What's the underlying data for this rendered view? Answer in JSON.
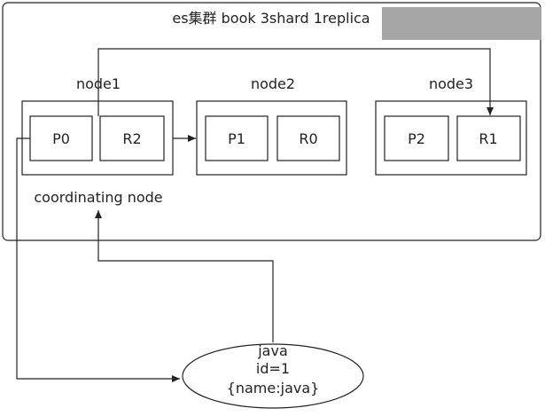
{
  "cluster": {
    "title": "es集群 book 3shard 1replica",
    "redacted_color": "#a6a6a6"
  },
  "nodes": [
    {
      "label": "node1",
      "shards": [
        "P0",
        "R2"
      ]
    },
    {
      "label": "node2",
      "shards": [
        "P1",
        "R0"
      ]
    },
    {
      "label": "node3",
      "shards": [
        "P2",
        "R1"
      ]
    }
  ],
  "coordinating_label": "coordinating node",
  "client": {
    "lines": [
      "java",
      "id=1",
      "{name:java}"
    ]
  },
  "colors": {
    "stroke": "#222222",
    "background": "#ffffff"
  }
}
